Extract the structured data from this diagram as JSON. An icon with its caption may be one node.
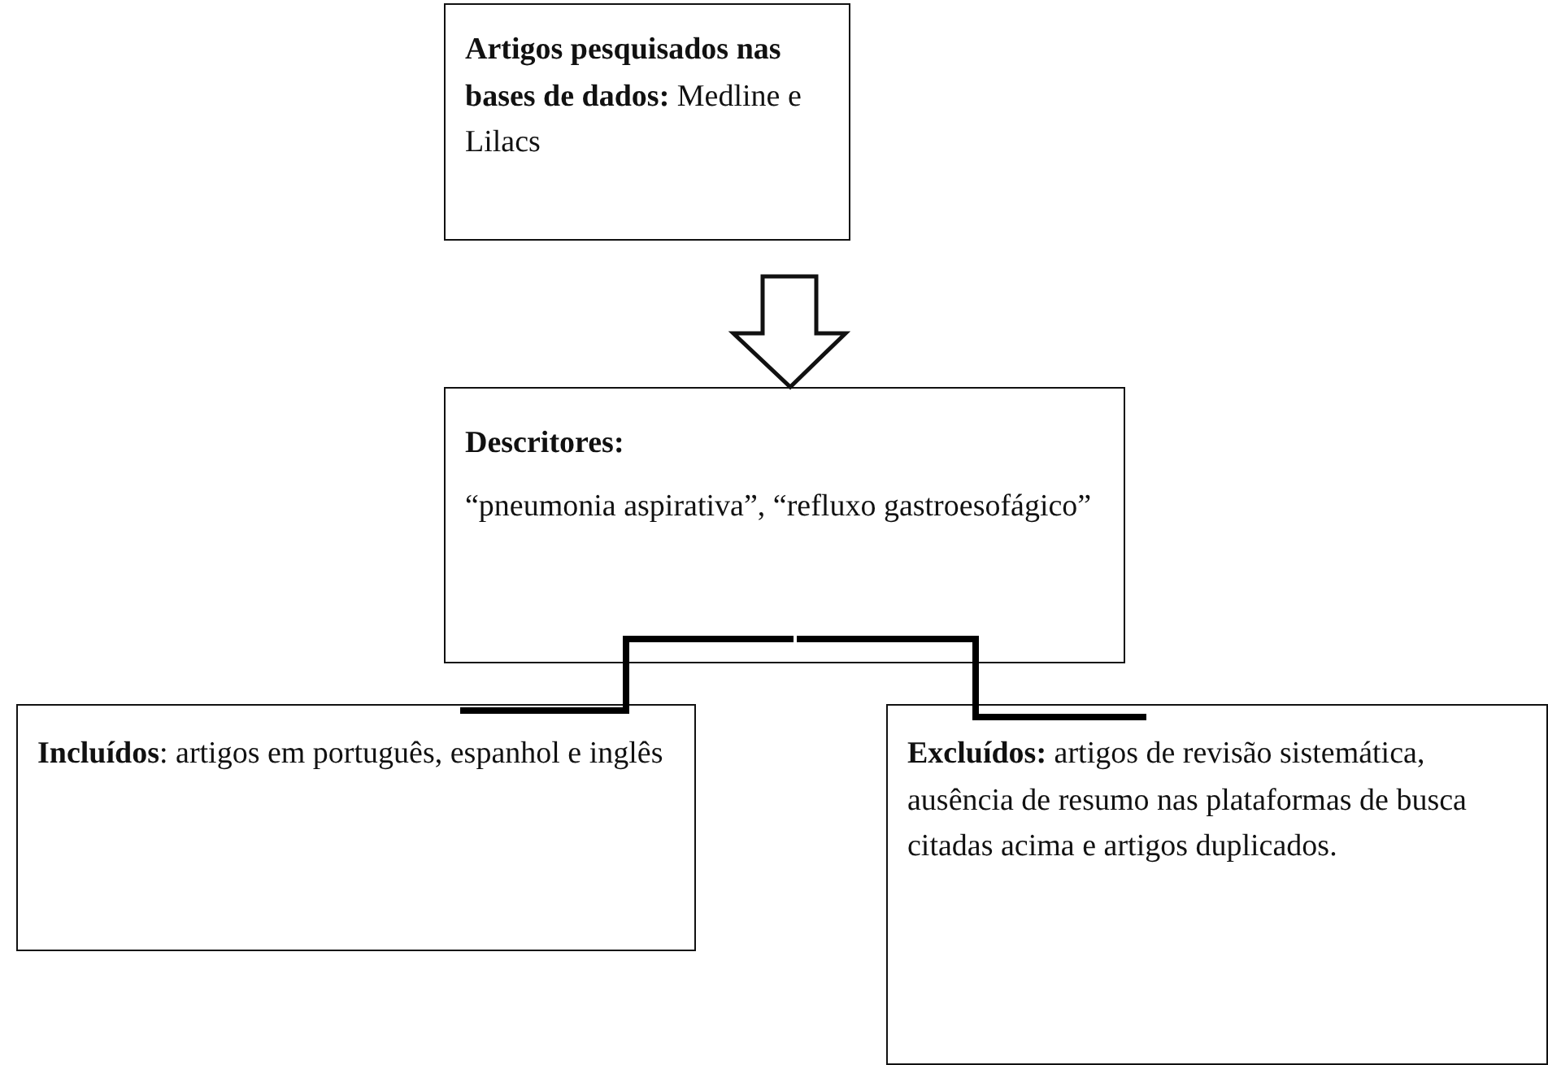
{
  "diagram": {
    "nodes": [
      {
        "text": [
          "**Artigos pesquisados nas bases de dados:** Medline e Lilacs"
        ]
      },
      {
        "text": [
          "Descritores:",
          "“pneumonia aspirativa”, “refluxo gastroesofágico”"
        ]
      },
      {
        "text": [
          "**Incluídos**: artigos em português, espanhol e inglês"
        ]
      },
      {
        "text": [
          "**Excluídos:** artigos de revisão sistemática, ausência de resumo nas plataformas de busca citadas acima e artigos duplicados."
        ]
      }
    ],
    "edges": [
      {
        "from": 0,
        "to": 1,
        "arrow": "to"
      },
      {
        "from": 1,
        "to": 2,
        "arrow": "none"
      },
      {
        "from": 1,
        "to": 3,
        "arrow": "none"
      }
    ]
  }
}
